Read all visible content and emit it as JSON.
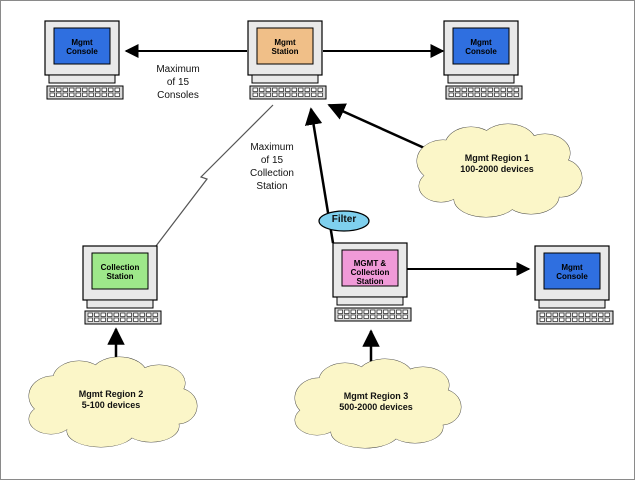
{
  "nodes": {
    "console_left": {
      "label": "Mgmt\nConsole",
      "screen_color": "#2f6fe0"
    },
    "station_top": {
      "label": "Mgmt\nStation",
      "screen_color": "#f0bf88"
    },
    "console_right": {
      "label": "Mgmt\nConsole",
      "screen_color": "#2f6fe0"
    },
    "collection_left": {
      "label": "Collection\nStation",
      "screen_color": "#9ee88a"
    },
    "collection_mid": {
      "label": "MGMT &\nCollection\nStation",
      "screen_color": "#f09ad8"
    },
    "console_br": {
      "label": "Mgmt\nConsole",
      "screen_color": "#2f6fe0"
    }
  },
  "captions": {
    "consoles": "Maximum\nof 15\nConsoles",
    "stations": "Maximum\nof 15\nCollection\nStation"
  },
  "clouds": {
    "region1": "Mgmt Region 1\n100-2000 devices",
    "region2": "Mgmt Region 2\n5-100 devices",
    "region3": "Mgmt Region 3\n500-2000 devices"
  },
  "filter": {
    "label": "Filter",
    "color": "#7fd0ee"
  },
  "colors": {
    "cloud": "#fbf6c8",
    "chassis": "#e9e9e9",
    "keyboard": "#d8d8d8"
  }
}
